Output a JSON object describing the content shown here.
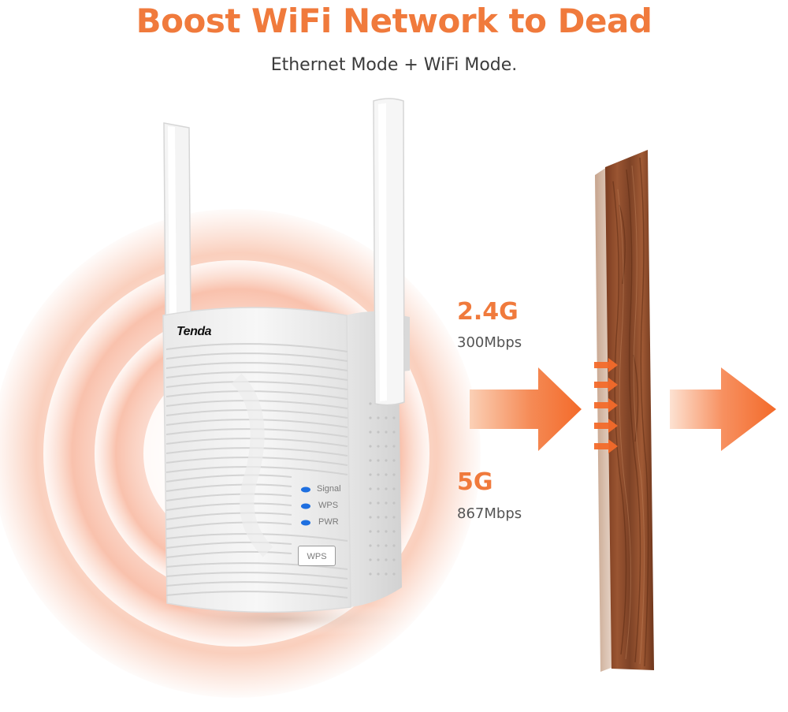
{
  "headline": "Boost WiFi Network to Dead",
  "subtitle": "Ethernet Mode + WiFi Mode.",
  "device": {
    "brand": "Tenda",
    "leds": [
      {
        "label": "Signal"
      },
      {
        "label": "WPS"
      },
      {
        "label": "PWR"
      }
    ],
    "wps_button_label": "WPS"
  },
  "bands": [
    {
      "name": "2.4G",
      "speed": "300Mbps"
    },
    {
      "name": "5G",
      "speed": "867Mbps"
    }
  ],
  "colors": {
    "accent": "#f07a3c",
    "led": "#1e6fe0",
    "wall_wood": "#8a4a2a"
  }
}
